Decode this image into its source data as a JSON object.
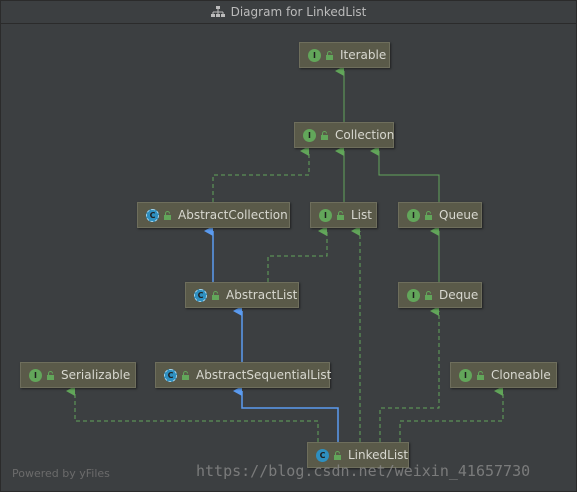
{
  "window": {
    "title": "Diagram for LinkedList"
  },
  "nodes": {
    "iterable": {
      "label": "Iterable",
      "kind": "interface"
    },
    "collection": {
      "label": "Collection",
      "kind": "interface"
    },
    "abstract_collection": {
      "label": "AbstractCollection",
      "kind": "abstract-class"
    },
    "list": {
      "label": "List",
      "kind": "interface"
    },
    "queue": {
      "label": "Queue",
      "kind": "interface"
    },
    "abstract_list": {
      "label": "AbstractList",
      "kind": "abstract-class"
    },
    "deque": {
      "label": "Deque",
      "kind": "interface"
    },
    "serializable": {
      "label": "Serializable",
      "kind": "interface"
    },
    "abstract_sequential_list": {
      "label": "AbstractSequentialList",
      "kind": "abstract-class"
    },
    "cloneable": {
      "label": "Cloneable",
      "kind": "interface"
    },
    "linked_list": {
      "label": "LinkedList",
      "kind": "class"
    }
  },
  "badges": {
    "interface": "I",
    "class": "C",
    "abstract_class": "C"
  },
  "colors": {
    "implements": "#62a65a",
    "extends": "#5b9bf0",
    "node_fill": "#5a5a49",
    "background": "#3c3f41"
  },
  "edges": [
    {
      "from": "collection",
      "to": "iterable",
      "type": "extends-interface"
    },
    {
      "from": "abstract_collection",
      "to": "collection",
      "type": "implements"
    },
    {
      "from": "list",
      "to": "collection",
      "type": "extends-interface"
    },
    {
      "from": "queue",
      "to": "collection",
      "type": "extends-interface"
    },
    {
      "from": "abstract_list",
      "to": "abstract_collection",
      "type": "extends-class"
    },
    {
      "from": "abstract_list",
      "to": "list",
      "type": "implements"
    },
    {
      "from": "deque",
      "to": "queue",
      "type": "extends-interface"
    },
    {
      "from": "abstract_sequential_list",
      "to": "abstract_list",
      "type": "extends-class"
    },
    {
      "from": "linked_list",
      "to": "abstract_sequential_list",
      "type": "extends-class"
    },
    {
      "from": "linked_list",
      "to": "list",
      "type": "implements"
    },
    {
      "from": "linked_list",
      "to": "deque",
      "type": "implements"
    },
    {
      "from": "linked_list",
      "to": "serializable",
      "type": "implements"
    },
    {
      "from": "linked_list",
      "to": "cloneable",
      "type": "implements"
    }
  ],
  "footer": {
    "powered_by": "Powered by yFiles"
  },
  "watermark": "https://blog.csdn.net/weixin_41657730"
}
